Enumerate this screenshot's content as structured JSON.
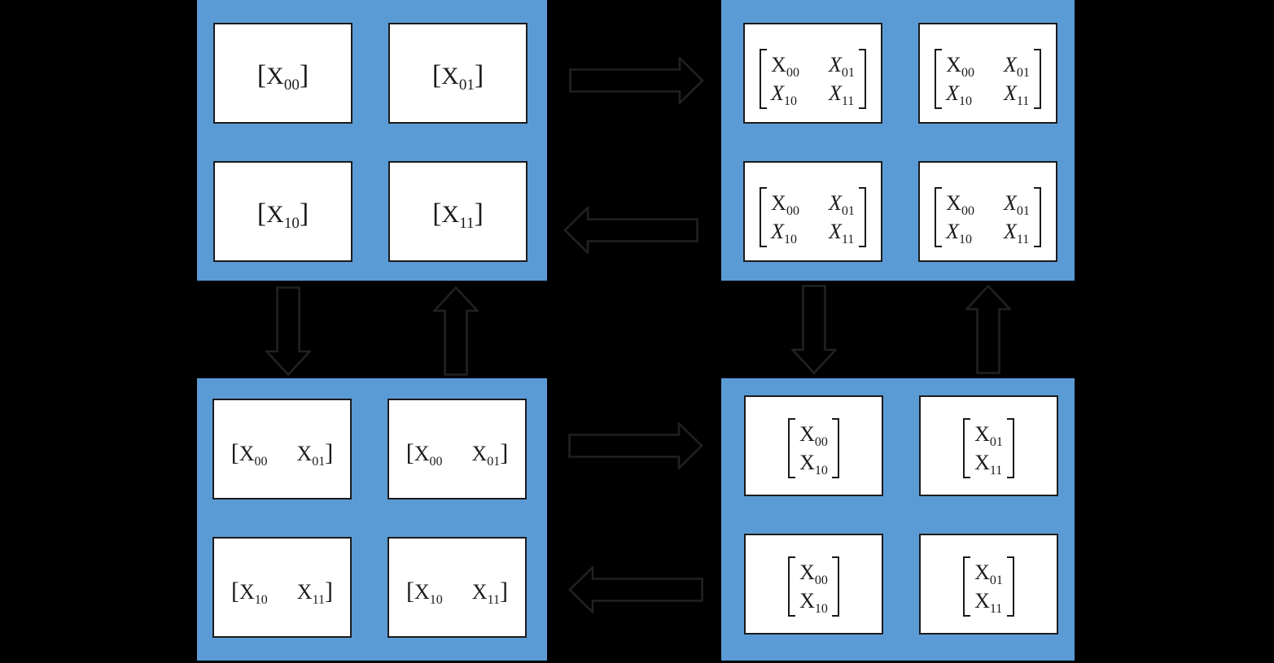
{
  "colors": {
    "background": "#000000",
    "panel_fill": "#5B9BD5",
    "box_fill": "#FFFFFF",
    "box_border": "#1B1B1B",
    "text": "#1B1B1B",
    "arrow_outline": "#212121"
  },
  "notation": {
    "bracket_open": "[",
    "bracket_close": "]"
  },
  "panels": {
    "top_left": {
      "boxes": [
        {
          "rows": [
            [
              {
                "base": "X",
                "sub": "00"
              }
            ]
          ]
        },
        {
          "rows": [
            [
              {
                "base": "X",
                "sub": "01"
              }
            ]
          ]
        },
        {
          "rows": [
            [
              {
                "base": "X",
                "sub": "10"
              }
            ]
          ]
        },
        {
          "rows": [
            [
              {
                "base": "X",
                "sub": "11"
              }
            ]
          ]
        }
      ]
    },
    "top_right": {
      "boxes": [
        {
          "rows": [
            [
              {
                "base": "X",
                "sub": "00"
              },
              {
                "base": "X",
                "sub": "01",
                "italic": true
              }
            ],
            [
              {
                "base": "X",
                "sub": "10",
                "italic": true
              },
              {
                "base": "X",
                "sub": "11",
                "italic": true
              }
            ]
          ]
        },
        {
          "rows": [
            [
              {
                "base": "X",
                "sub": "00"
              },
              {
                "base": "X",
                "sub": "01",
                "italic": true
              }
            ],
            [
              {
                "base": "X",
                "sub": "10",
                "italic": true
              },
              {
                "base": "X",
                "sub": "11",
                "italic": true
              }
            ]
          ]
        },
        {
          "rows": [
            [
              {
                "base": "X",
                "sub": "00"
              },
              {
                "base": "X",
                "sub": "01",
                "italic": true
              }
            ],
            [
              {
                "base": "X",
                "sub": "10",
                "italic": true
              },
              {
                "base": "X",
                "sub": "11",
                "italic": true
              }
            ]
          ]
        },
        {
          "rows": [
            [
              {
                "base": "X",
                "sub": "00"
              },
              {
                "base": "X",
                "sub": "01",
                "italic": true
              }
            ],
            [
              {
                "base": "X",
                "sub": "10",
                "italic": true
              },
              {
                "base": "X",
                "sub": "11",
                "italic": true
              }
            ]
          ]
        }
      ]
    },
    "bottom_left": {
      "boxes": [
        {
          "rows": [
            [
              {
                "base": "X",
                "sub": "00"
              },
              {
                "base": "X",
                "sub": "01"
              }
            ]
          ]
        },
        {
          "rows": [
            [
              {
                "base": "X",
                "sub": "00"
              },
              {
                "base": "X",
                "sub": "01"
              }
            ]
          ]
        },
        {
          "rows": [
            [
              {
                "base": "X",
                "sub": "10"
              },
              {
                "base": "X",
                "sub": "11"
              }
            ]
          ]
        },
        {
          "rows": [
            [
              {
                "base": "X",
                "sub": "10"
              },
              {
                "base": "X",
                "sub": "11"
              }
            ]
          ]
        }
      ]
    },
    "bottom_right": {
      "boxes": [
        {
          "rows": [
            [
              {
                "base": "X",
                "sub": "00"
              }
            ],
            [
              {
                "base": "X",
                "sub": "10"
              }
            ]
          ]
        },
        {
          "rows": [
            [
              {
                "base": "X",
                "sub": "01"
              }
            ],
            [
              {
                "base": "X",
                "sub": "11"
              }
            ]
          ]
        },
        {
          "rows": [
            [
              {
                "base": "X",
                "sub": "00"
              }
            ],
            [
              {
                "base": "X",
                "sub": "10"
              }
            ]
          ]
        },
        {
          "rows": [
            [
              {
                "base": "X",
                "sub": "01"
              }
            ],
            [
              {
                "base": "X",
                "sub": "11"
              }
            ]
          ]
        }
      ]
    }
  },
  "arrows": [
    {
      "id": "top-panels-forward",
      "direction": "right"
    },
    {
      "id": "top-panels-back",
      "direction": "left"
    },
    {
      "id": "left-panels-down",
      "direction": "down"
    },
    {
      "id": "left-panels-up",
      "direction": "up"
    },
    {
      "id": "right-panels-down",
      "direction": "down"
    },
    {
      "id": "right-panels-up",
      "direction": "up"
    },
    {
      "id": "bottom-panels-forward",
      "direction": "right"
    },
    {
      "id": "bottom-panels-back",
      "direction": "left"
    }
  ]
}
